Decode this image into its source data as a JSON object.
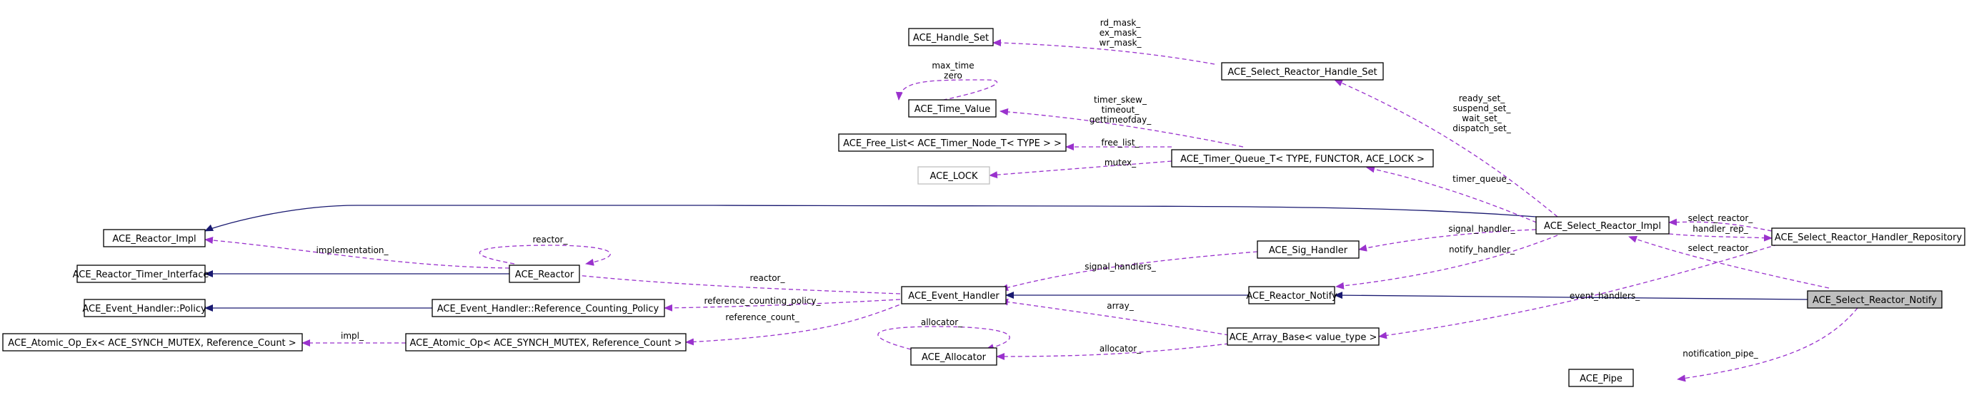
{
  "nodes": {
    "ace_handle_set": "ACE_Handle_Set",
    "ace_time_value": "ACE_Time_Value",
    "ace_free_list": "ACE_Free_List< ACE_Timer_Node_T< TYPE > >",
    "ace_lock": "ACE_LOCK",
    "ace_reactor_impl": "ACE_Reactor_Impl",
    "ace_reactor_timer_interface": "ACE_Reactor_Timer_Interface",
    "ace_event_handler_policy": "ACE_Event_Handler::Policy",
    "ace_atomic_op_ex": "ACE_Atomic_Op_Ex< ACE_SYNCH_MUTEX, Reference_Count >",
    "ace_reactor": "ACE_Reactor",
    "ace_reference_counting_policy": "ACE_Event_Handler::Reference_Counting_Policy",
    "ace_atomic_op": "ACE_Atomic_Op< ACE_SYNCH_MUTEX, Reference_Count >",
    "ace_event_handler": "ACE_Event_Handler",
    "ace_allocator": "ACE_Allocator",
    "ace_select_reactor_handle_set": "ACE_Select_Reactor_Handle_Set",
    "ace_timer_queue_t": "ACE_Timer_Queue_T< TYPE, FUNCTOR, ACE_LOCK >",
    "ace_sig_handler": "ACE_Sig_Handler",
    "ace_reactor_notify": "ACE_Reactor_Notify",
    "ace_array_base": "ACE_Array_Base< value_type >",
    "ace_select_reactor_impl": "ACE_Select_Reactor_Impl",
    "ace_select_reactor_handler_repository": "ACE_Select_Reactor_Handler_Repository",
    "ace_select_reactor_notify": "ACE_Select_Reactor_Notify",
    "ace_pipe": "ACE_Pipe"
  },
  "labels": {
    "rd_mask": "rd_mask_",
    "ex_mask": "ex_mask_",
    "wr_mask": "wr_mask_",
    "max_time": "max_time",
    "zero": "zero",
    "timer_skew": "timer_skew_",
    "timeout": "timeout_",
    "gettimeofday": "gettimeofday_",
    "free_list": "free_list_",
    "mutex": "mutex_",
    "ready_set": "ready_set_",
    "suspend_set": "suspend_set_",
    "wait_set": "wait_set_",
    "dispatch_set": "dispatch_set_",
    "timer_queue": "timer_queue_",
    "implementation": "implementation_",
    "reactor_self": "reactor_",
    "reactor": "reactor_",
    "signal_handlers": "signal_handlers_",
    "signal_handler": "signal_handler_",
    "notify_handler": "notify_handler_",
    "select_reactor_a": "select_reactor_",
    "handler_rep": "handler_rep_",
    "select_reactor_b": "select_reactor_",
    "reference_counting_policy": "reference_counting_policy_",
    "reference_count": "reference_count_",
    "impl": "impl_",
    "event_handlers": "event_handlers_",
    "array": "array_",
    "allocator_self": "allocator_",
    "allocator": "allocator_",
    "notification_pipe": "notification_pipe_"
  },
  "colors": {
    "inheritance_edge": "#191970",
    "usage_edge": "#9a32cd",
    "highlight_fill": "#bfbfbf",
    "faded_border": "#bfbfbf"
  }
}
